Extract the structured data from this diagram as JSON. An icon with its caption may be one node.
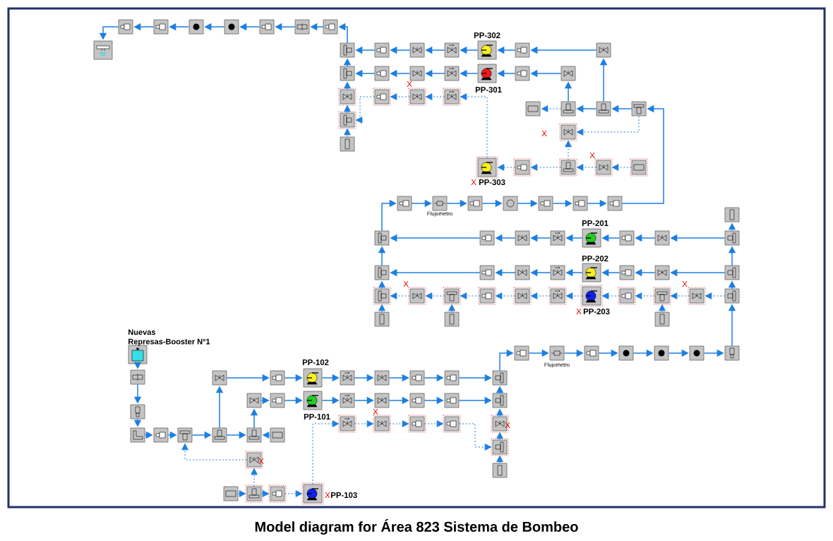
{
  "diagram": {
    "caption": "Model diagram for Área 823 Sistema de Bombeo",
    "nodes": [
      {
        "text": [],
        "shape": "box"
      },
      {
        "text": [],
        "shape": "box"
      },
      {
        "text": [],
        "shape": "box"
      },
      {
        "text": [],
        "shape": "box"
      },
      {
        "text": [],
        "shape": "box"
      },
      {
        "text": [],
        "shape": "box"
      },
      {
        "text": [],
        "shape": "box"
      },
      {
        "text": [],
        "shape": "box"
      },
      {
        "text": [],
        "shape": "box"
      },
      {
        "text": [],
        "shape": "box"
      },
      {
        "text": [],
        "shape": "box"
      },
      {
        "text": [],
        "shape": "box"
      },
      {
        "text": [],
        "shape": "box"
      },
      {
        "text": [],
        "shape": "box",
        "beside": [
          "PP-302"
        ]
      },
      {
        "text": [],
        "shape": "box"
      },
      {
        "text": [],
        "shape": "box"
      },
      {
        "text": [],
        "shape": "box"
      },
      {
        "text": [],
        "shape": "box"
      },
      {
        "text": [],
        "shape": "box"
      },
      {
        "text": [],
        "shape": "box",
        "beside": [
          "PP-301"
        ]
      },
      {
        "text": [],
        "shape": "box"
      },
      {
        "text": [],
        "shape": "box"
      },
      {
        "text": [],
        "shape": "box"
      },
      {
        "text": [],
        "shape": "box"
      },
      {
        "text": [],
        "shape": "box"
      },
      {
        "text": [],
        "shape": "box"
      },
      {
        "text": [],
        "shape": "box"
      },
      {
        "text": [],
        "shape": "box"
      },
      {
        "text": [],
        "shape": "box"
      },
      {
        "text": [],
        "shape": "box"
      },
      {
        "text": [],
        "shape": "box"
      },
      {
        "text": [],
        "shape": "box"
      },
      {
        "text": [],
        "shape": "box"
      },
      {
        "text": [],
        "shape": "box",
        "beside": [
          "PP-303"
        ]
      },
      {
        "text": [],
        "shape": "box"
      },
      {
        "text": [],
        "shape": "box"
      },
      {
        "text": [],
        "shape": "box"
      },
      {
        "text": [],
        "shape": "box"
      },
      {
        "text": [],
        "shape": "box"
      },
      {
        "text": [],
        "shape": "box",
        "beside": [
          "Flujometro"
        ]
      },
      {
        "text": [],
        "shape": "box"
      },
      {
        "text": [],
        "shape": "box"
      },
      {
        "text": [],
        "shape": "box"
      },
      {
        "text": [],
        "shape": "box"
      },
      {
        "text": [],
        "shape": "box"
      },
      {
        "text": [],
        "shape": "box"
      },
      {
        "text": [],
        "shape": "box"
      },
      {
        "text": [],
        "shape": "box"
      },
      {
        "text": [],
        "shape": "box"
      },
      {
        "text": [],
        "shape": "box",
        "beside": [
          "PP-201"
        ]
      },
      {
        "text": [],
        "shape": "box"
      },
      {
        "text": [],
        "shape": "box"
      },
      {
        "text": [],
        "shape": "box"
      },
      {
        "text": [],
        "shape": "box"
      },
      {
        "text": [],
        "shape": "box"
      },
      {
        "text": [],
        "shape": "box"
      },
      {
        "text": [],
        "shape": "box"
      },
      {
        "text": [],
        "shape": "box"
      },
      {
        "text": [],
        "shape": "box",
        "beside": [
          "PP-202"
        ]
      },
      {
        "text": [],
        "shape": "box"
      },
      {
        "text": [],
        "shape": "box"
      },
      {
        "text": [],
        "shape": "box"
      },
      {
        "text": [],
        "shape": "box"
      },
      {
        "text": [],
        "shape": "box"
      },
      {
        "text": [],
        "shape": "box"
      },
      {
        "text": [],
        "shape": "box"
      },
      {
        "text": [],
        "shape": "box"
      },
      {
        "text": [],
        "shape": "box"
      },
      {
        "text": [],
        "shape": "box",
        "beside": [
          "PP-203"
        ]
      },
      {
        "text": [],
        "shape": "box"
      },
      {
        "text": [],
        "shape": "box"
      },
      {
        "text": [],
        "shape": "box"
      },
      {
        "text": [],
        "shape": "box"
      },
      {
        "text": [],
        "shape": "box"
      },
      {
        "text": [],
        "shape": "box"
      },
      {
        "text": [],
        "shape": "box"
      },
      {
        "text": [],
        "shape": "box"
      },
      {
        "text": [],
        "shape": "box",
        "beside": [
          "Flujometro"
        ]
      },
      {
        "text": [],
        "shape": "box"
      },
      {
        "text": [],
        "shape": "box"
      },
      {
        "text": [],
        "shape": "box"
      },
      {
        "text": [],
        "shape": "box"
      },
      {
        "text": [],
        "shape": "box"
      },
      {
        "text": [],
        "shape": "box",
        "beside": [
          "Nuevas Represas-Booster N°1"
        ]
      },
      {
        "text": [],
        "shape": "box"
      },
      {
        "text": [],
        "shape": "box"
      },
      {
        "text": [],
        "shape": "box"
      },
      {
        "text": [],
        "shape": "box"
      },
      {
        "text": [],
        "shape": "box"
      },
      {
        "text": [],
        "shape": "box"
      },
      {
        "text": [],
        "shape": "box"
      },
      {
        "text": [],
        "shape": "box"
      },
      {
        "text": [],
        "shape": "box"
      },
      {
        "text": [],
        "shape": "box"
      },
      {
        "text": [],
        "shape": "box",
        "beside": [
          "PP-102"
        ]
      },
      {
        "text": [],
        "shape": "box"
      },
      {
        "text": [],
        "shape": "box"
      },
      {
        "text": [],
        "shape": "box"
      },
      {
        "text": [],
        "shape": "box"
      },
      {
        "text": [],
        "shape": "box"
      },
      {
        "text": [],
        "shape": "box"
      },
      {
        "text": [],
        "shape": "box"
      },
      {
        "text": [],
        "shape": "box",
        "beside": [
          "PP-101"
        ]
      },
      {
        "text": [],
        "shape": "box"
      },
      {
        "text": [],
        "shape": "box"
      },
      {
        "text": [],
        "shape": "box"
      },
      {
        "text": [],
        "shape": "box"
      },
      {
        "text": [],
        "shape": "box"
      },
      {
        "text": [],
        "shape": "box"
      },
      {
        "text": [],
        "shape": "box"
      },
      {
        "text": [],
        "shape": "box"
      },
      {
        "text": [],
        "shape": "box"
      },
      {
        "text": [],
        "shape": "box"
      },
      {
        "text": [],
        "shape": "box"
      },
      {
        "text": [],
        "shape": "box"
      },
      {
        "text": [],
        "shape": "box"
      },
      {
        "text": [],
        "shape": "box"
      },
      {
        "text": [],
        "shape": "box"
      },
      {
        "text": [],
        "shape": "box"
      },
      {
        "text": [],
        "shape": "box",
        "beside": [
          "PP-103"
        ]
      }
    ],
    "edges": [
      {
        "from": 1,
        "to": 0,
        "arrow": "to"
      },
      {
        "from": 2,
        "to": 1,
        "arrow": "to"
      },
      {
        "from": 3,
        "to": 2,
        "arrow": "to"
      },
      {
        "from": 4,
        "to": 3,
        "arrow": "to"
      },
      {
        "from": 5,
        "to": 4,
        "arrow": "to"
      },
      {
        "from": 6,
        "to": 5,
        "arrow": "to"
      },
      {
        "from": 7,
        "to": 6,
        "arrow": "to"
      },
      {
        "from": 8,
        "to": 7,
        "arrow": "to"
      },
      {
        "from": 9,
        "to": 8,
        "arrow": "to"
      },
      {
        "from": 10,
        "to": 8,
        "arrow": "to"
      },
      {
        "from": 11,
        "to": 10,
        "arrow": "to"
      },
      {
        "from": 12,
        "to": 11,
        "arrow": "to"
      },
      {
        "from": 13,
        "to": 12,
        "arrow": "to"
      },
      {
        "from": 14,
        "to": 13,
        "arrow": "to"
      },
      {
        "from": 15,
        "to": 14,
        "arrow": "to"
      },
      {
        "from": 16,
        "to": 9,
        "arrow": "to"
      },
      {
        "from": 17,
        "to": 16,
        "arrow": "to"
      },
      {
        "from": 18,
        "to": 17,
        "arrow": "to"
      },
      {
        "from": 19,
        "to": 18,
        "arrow": "to"
      },
      {
        "from": 20,
        "to": 19,
        "arrow": "to"
      },
      {
        "from": 21,
        "to": 20,
        "arrow": "to"
      },
      {
        "from": 22,
        "to": 9,
        "arrow": "to",
        "style": "dashed"
      },
      {
        "from": 26,
        "to": 22,
        "arrow": "to",
        "style": "dashed"
      },
      {
        "from": 27,
        "to": 26,
        "arrow": "to",
        "style": "dashed"
      },
      {
        "from": 23,
        "to": 26,
        "arrow": "to",
        "style": "dashed"
      },
      {
        "from": 24,
        "to": 23,
        "arrow": "to",
        "style": "dashed"
      },
      {
        "from": 25,
        "to": 24,
        "arrow": "to",
        "style": "dashed"
      },
      {
        "from": 33,
        "to": 25,
        "arrow": "to",
        "style": "dashed"
      },
      {
        "from": 29,
        "to": 28,
        "arrow": "to",
        "style": "dashed"
      },
      {
        "from": 30,
        "to": 29,
        "arrow": "to"
      },
      {
        "from": 31,
        "to": 30,
        "arrow": "to"
      },
      {
        "from": 44,
        "to": 31,
        "arrow": "to"
      },
      {
        "from": 30,
        "to": 15,
        "arrow": "to"
      },
      {
        "from": 29,
        "to": 21,
        "arrow": "to"
      },
      {
        "from": 31,
        "to": 32,
        "arrow": "to",
        "style": "dashed"
      },
      {
        "from": 35,
        "to": 32,
        "arrow": "to",
        "style": "dashed"
      },
      {
        "from": 37,
        "to": 36,
        "arrow": "to",
        "style": "dashed"
      },
      {
        "from": 36,
        "to": 35,
        "arrow": "to",
        "style": "dashed"
      },
      {
        "from": 35,
        "to": 34,
        "arrow": "to",
        "style": "dashed"
      },
      {
        "from": 34,
        "to": 33,
        "arrow": "to",
        "style": "dashed"
      },
      {
        "from": 45,
        "to": 38,
        "arrow": "to"
      },
      {
        "from": 38,
        "to": 39,
        "arrow": "to"
      },
      {
        "from": 39,
        "to": 40,
        "arrow": "to"
      },
      {
        "from": 40,
        "to": 41,
        "arrow": "to"
      },
      {
        "from": 41,
        "to": 42,
        "arrow": "to"
      },
      {
        "from": 42,
        "to": 43,
        "arrow": "to"
      },
      {
        "from": 43,
        "to": 44,
        "arrow": "to"
      },
      {
        "from": 52,
        "to": 51,
        "arrow": "to"
      },
      {
        "from": 51,
        "to": 50,
        "arrow": "to"
      },
      {
        "from": 50,
        "to": 49,
        "arrow": "to"
      },
      {
        "from": 49,
        "to": 48,
        "arrow": "to"
      },
      {
        "from": 48,
        "to": 47,
        "arrow": "to"
      },
      {
        "from": 47,
        "to": 46,
        "arrow": "to"
      },
      {
        "from": 46,
        "to": 45,
        "arrow": "to"
      },
      {
        "from": 52,
        "to": 53,
        "arrow": "to",
        "style": "dashed"
      },
      {
        "from": 61,
        "to": 60,
        "arrow": "to"
      },
      {
        "from": 60,
        "to": 59,
        "arrow": "to"
      },
      {
        "from": 59,
        "to": 58,
        "arrow": "to"
      },
      {
        "from": 58,
        "to": 57,
        "arrow": "to"
      },
      {
        "from": 57,
        "to": 56,
        "arrow": "to"
      },
      {
        "from": 56,
        "to": 55,
        "arrow": "to"
      },
      {
        "from": 55,
        "to": 54,
        "arrow": "to"
      },
      {
        "from": 54,
        "to": 45,
        "arrow": "to"
      },
      {
        "from": 72,
        "to": 71,
        "arrow": "to",
        "style": "dashed"
      },
      {
        "from": 71,
        "to": 70,
        "arrow": "to",
        "style": "dashed"
      },
      {
        "from": 70,
        "to": 69,
        "arrow": "to",
        "style": "dashed"
      },
      {
        "from": 69,
        "to": 68,
        "arrow": "to",
        "style": "dashed"
      },
      {
        "from": 68,
        "to": 67,
        "arrow": "to",
        "style": "dashed"
      },
      {
        "from": 67,
        "to": 66,
        "arrow": "to",
        "style": "dashed"
      },
      {
        "from": 66,
        "to": 65,
        "arrow": "to",
        "style": "dashed"
      },
      {
        "from": 65,
        "to": 64,
        "arrow": "to",
        "style": "dashed"
      },
      {
        "from": 64,
        "to": 63,
        "arrow": "to",
        "style": "dashed"
      },
      {
        "from": 63,
        "to": 62,
        "arrow": "to",
        "style": "dashed"
      },
      {
        "from": 62,
        "to": 54,
        "arrow": "to",
        "style": "dashed"
      },
      {
        "from": 73,
        "to": 62,
        "arrow": "to",
        "style": "dashed"
      },
      {
        "from": 74,
        "to": 64,
        "arrow": "to",
        "style": "dashed"
      },
      {
        "from": 75,
        "to": 70,
        "arrow": "to",
        "style": "dashed"
      },
      {
        "from": 82,
        "to": 72,
        "arrow": "to"
      },
      {
        "from": 72,
        "to": 61,
        "arrow": "to"
      },
      {
        "from": 61,
        "to": 52,
        "arrow": "to"
      },
      {
        "from": 99,
        "to": 76,
        "arrow": "to"
      },
      {
        "from": 76,
        "to": 77,
        "arrow": "to"
      },
      {
        "from": 77,
        "to": 78,
        "arrow": "to"
      },
      {
        "from": 78,
        "to": 79,
        "arrow": "to"
      },
      {
        "from": 79,
        "to": 80,
        "arrow": "to"
      },
      {
        "from": 80,
        "to": 81,
        "arrow": "to"
      },
      {
        "from": 81,
        "to": 82,
        "arrow": "to"
      },
      {
        "from": 83,
        "to": 84,
        "arrow": "to"
      },
      {
        "from": 84,
        "to": 85,
        "arrow": "to"
      },
      {
        "from": 85,
        "to": 86,
        "arrow": "to"
      },
      {
        "from": 86,
        "to": 87,
        "arrow": "to"
      },
      {
        "from": 87,
        "to": 88,
        "arrow": "to"
      },
      {
        "from": 88,
        "to": 89,
        "arrow": "to"
      },
      {
        "from": 89,
        "to": 90,
        "arrow": "to"
      },
      {
        "from": 91,
        "to": 90,
        "arrow": "to",
        "style": "dashed"
      },
      {
        "from": 89,
        "to": 92,
        "arrow": "to"
      },
      {
        "from": 92,
        "to": 93,
        "arrow": "to"
      },
      {
        "from": 93,
        "to": 94,
        "arrow": "to"
      },
      {
        "from": 94,
        "to": 95,
        "arrow": "to"
      },
      {
        "from": 95,
        "to": 96,
        "arrow": "to"
      },
      {
        "from": 96,
        "to": 97,
        "arrow": "to"
      },
      {
        "from": 97,
        "to": 98,
        "arrow": "to"
      },
      {
        "from": 98,
        "to": 99,
        "arrow": "to"
      },
      {
        "from": 90,
        "to": 100,
        "arrow": "to"
      },
      {
        "from": 100,
        "to": 101,
        "arrow": "to"
      },
      {
        "from": 101,
        "to": 102,
        "arrow": "to"
      },
      {
        "from": 102,
        "to": 103,
        "arrow": "to"
      },
      {
        "from": 103,
        "to": 104,
        "arrow": "to"
      },
      {
        "from": 104,
        "to": 105,
        "arrow": "to"
      },
      {
        "from": 105,
        "to": 106,
        "arrow": "to"
      },
      {
        "from": 106,
        "to": 107,
        "arrow": "to"
      },
      {
        "from": 107,
        "to": 99,
        "arrow": "to"
      },
      {
        "from": 119,
        "to": 108,
        "arrow": "to",
        "style": "dashed"
      },
      {
        "from": 108,
        "to": 109,
        "arrow": "to",
        "style": "dashed"
      },
      {
        "from": 109,
        "to": 110,
        "arrow": "to",
        "style": "dashed"
      },
      {
        "from": 110,
        "to": 111,
        "arrow": "to",
        "style": "dashed"
      },
      {
        "from": 111,
        "to": 113,
        "arrow": "to",
        "style": "dashed"
      },
      {
        "from": 113,
        "to": 112,
        "arrow": "to",
        "style": "dashed"
      },
      {
        "from": 112,
        "to": 107,
        "arrow": "to",
        "style": "dashed"
      },
      {
        "from": 114,
        "to": 113,
        "arrow": "to",
        "style": "dashed"
      },
      {
        "from": 116,
        "to": 117,
        "arrow": "to",
        "style": "dashed"
      },
      {
        "from": 117,
        "to": 118,
        "arrow": "to",
        "style": "dashed"
      },
      {
        "from": 118,
        "to": 119,
        "arrow": "to",
        "style": "dashed"
      },
      {
        "from": 117,
        "to": 115,
        "arrow": "to",
        "style": "dashed"
      },
      {
        "from": 115,
        "to": 88,
        "arrow": "to",
        "style": "dashed"
      }
    ],
    "labels": [
      "X",
      "X",
      "X",
      "X",
      "X",
      "X",
      "X",
      "X",
      "X",
      "X",
      "X"
    ]
  }
}
